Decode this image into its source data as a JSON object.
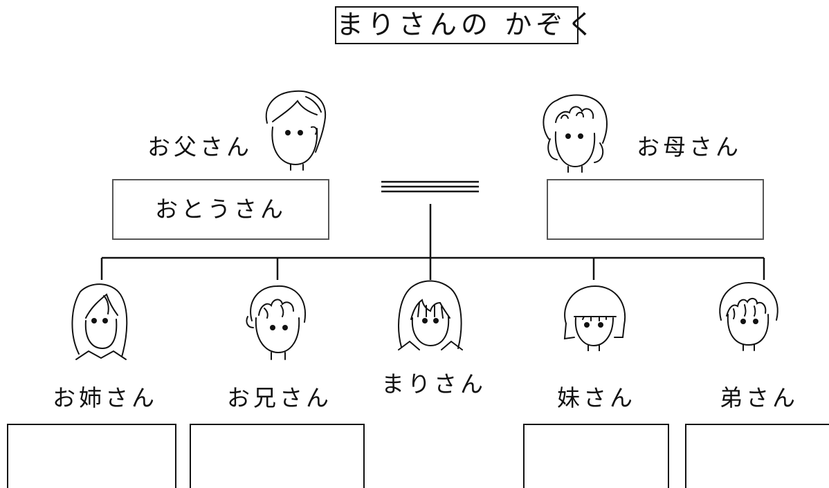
{
  "title": "まりさんの かぞく",
  "parents": {
    "father": {
      "label": "お父さん",
      "answer": "おとうさん"
    },
    "mother": {
      "label": "お母さん",
      "answer": ""
    }
  },
  "marriage_symbol": "=",
  "children": [
    {
      "key": "sister",
      "label": "お姉さん",
      "answer": ""
    },
    {
      "key": "brother",
      "label": "お兄さん",
      "answer": ""
    },
    {
      "key": "mari",
      "label": "まりさん"
    },
    {
      "key": "younger_sister",
      "label": "妹さん",
      "answer": ""
    },
    {
      "key": "younger_brother",
      "label": "弟さん",
      "answer": ""
    }
  ]
}
